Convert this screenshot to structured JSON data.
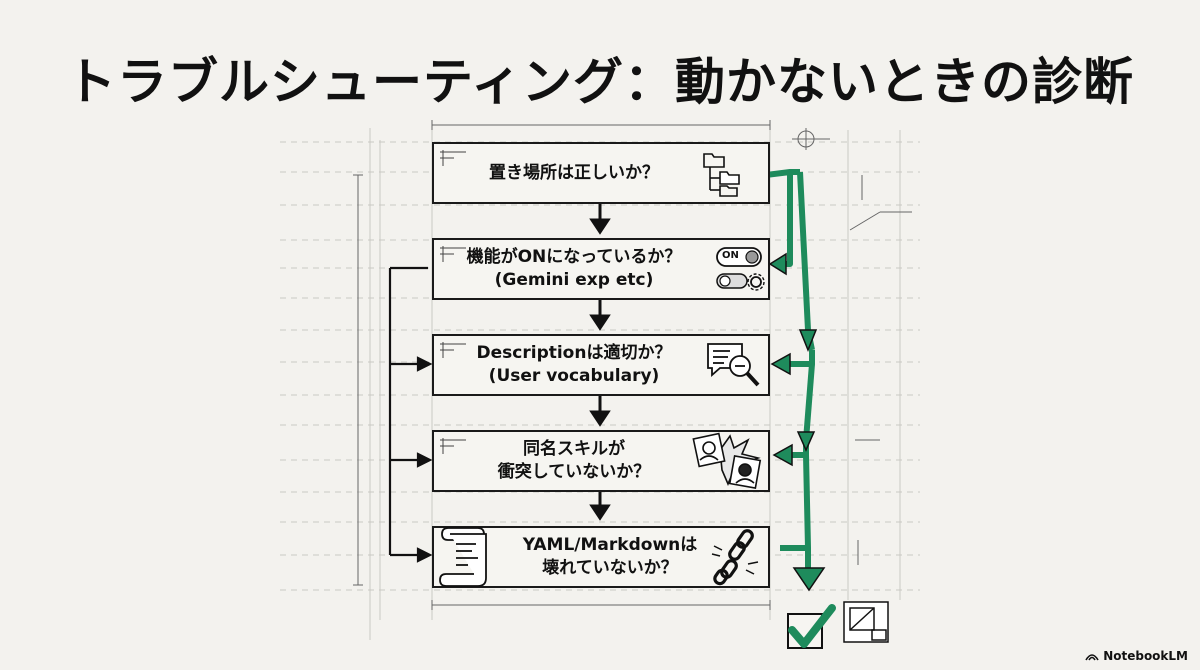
{
  "title": "トラブルシューティング：動かないときの診断",
  "steps": [
    {
      "line1": "置き場所は正しいか？",
      "line2": "",
      "icon": "folder-tree-icon"
    },
    {
      "line1": "機能がONになっているか？",
      "line2": "(Gemini exp etc)",
      "icon": "toggle-gear-icon"
    },
    {
      "line1": "Descriptionは適切か？",
      "line2": "(User vocabulary)",
      "icon": "search-speech-icon"
    },
    {
      "line1": "同名スキルが",
      "line2": "衝突していないか？",
      "icon": "collision-portraits-icon"
    },
    {
      "line1": "YAML/Markdownは",
      "line2": "壊れていないか？",
      "icon": "broken-chain-icon"
    }
  ],
  "toggle_label": "ON",
  "accent_color": "#1e8b5c",
  "brand": "NotebookLM"
}
